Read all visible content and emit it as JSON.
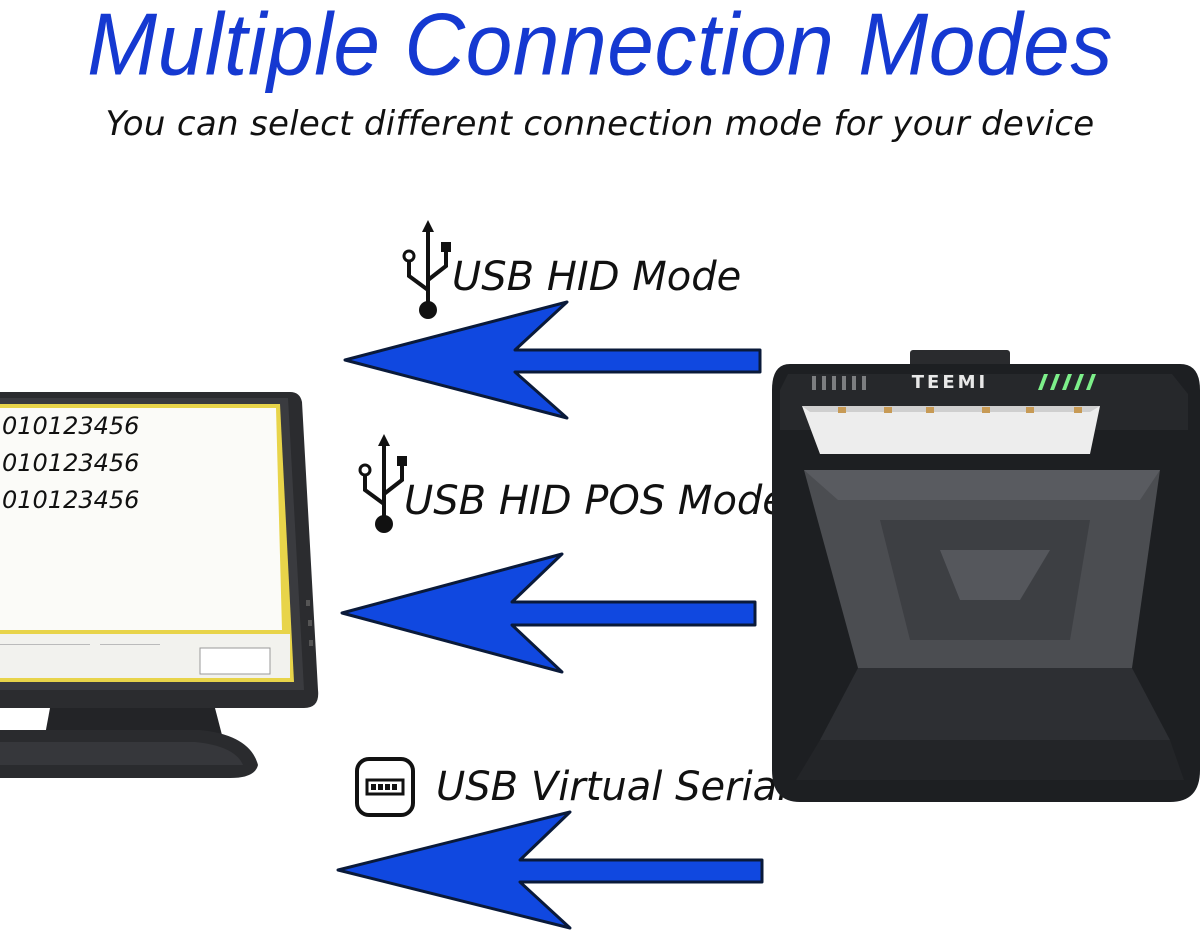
{
  "header": {
    "title": "Multiple Connection Modes",
    "subtitle": "You can select different connection mode for your device"
  },
  "modes": [
    {
      "label": "USB HID Mode",
      "icon": "usb-icon"
    },
    {
      "label": "USB HID POS Mode",
      "icon": "usb-icon"
    },
    {
      "label": "USB Virtual Serial Mode",
      "icon": "serial-port-icon"
    }
  ],
  "monitor": {
    "lines": [
      "010123456",
      "010123456",
      "010123456"
    ]
  },
  "scanner": {
    "brand": "TEEMI"
  },
  "colors": {
    "title": "#1539d1",
    "arrow_fill": "#1048e0",
    "arrow_stroke": "#0a1a3a",
    "scanner_body": "#1d1f22",
    "indicator": "#7df08a"
  }
}
